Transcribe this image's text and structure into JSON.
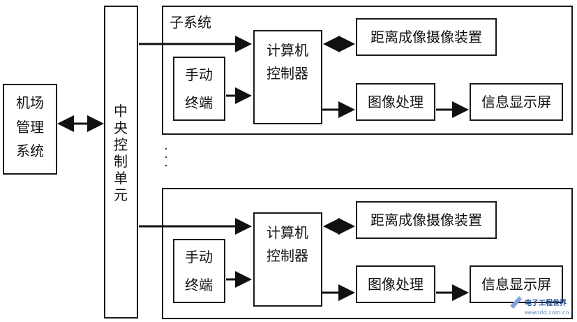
{
  "airport_system": {
    "line1": "机场",
    "line2": "管理",
    "line3": "系统"
  },
  "central_unit": {
    "chars": [
      "中",
      "央",
      "控",
      "制",
      "单",
      "元"
    ]
  },
  "subsystem_top": {
    "title": "子系统",
    "terminal": {
      "line1": "手动",
      "line2": "终端"
    },
    "controller": {
      "line1": "计算机",
      "line2": "控制器"
    },
    "camera": "距离成像摄像装置",
    "image_proc": "图像处理",
    "display": "信息显示屏"
  },
  "subsystem_bottom": {
    "terminal": {
      "line1": "手动",
      "line2": "终端"
    },
    "controller": {
      "line1": "计算机",
      "line2": "控制器"
    },
    "camera": "距离成像摄像装置",
    "image_proc": "图像处理",
    "display": "信息显示屏"
  },
  "watermark": {
    "name": "电子工程世界",
    "url": "eeworld.com.cn"
  },
  "colors": {
    "line": "#111111",
    "watermark": "#1e4f8f"
  }
}
